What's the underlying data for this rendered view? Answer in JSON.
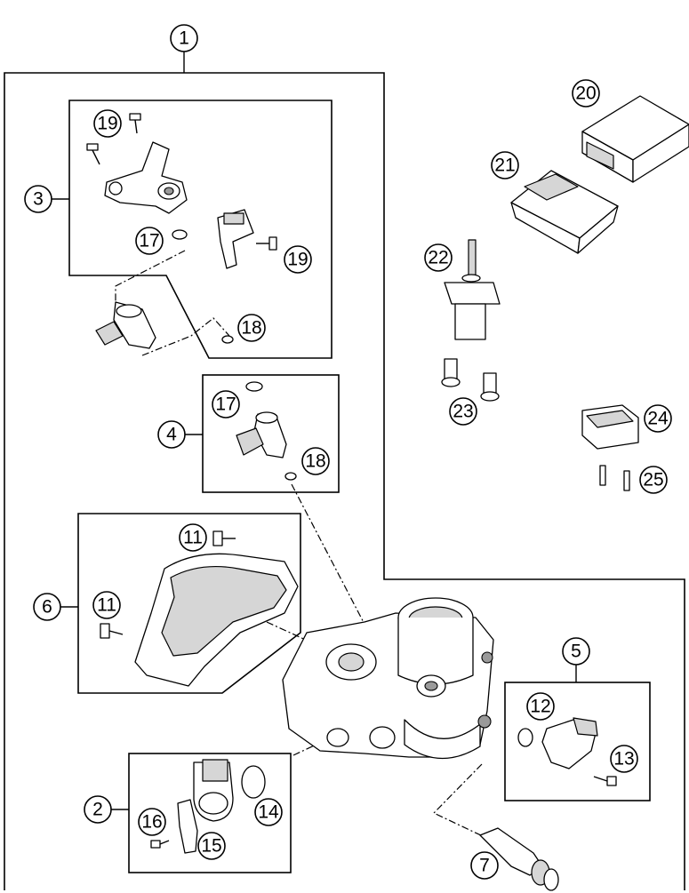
{
  "callouts": {
    "c1": "1",
    "c2": "2",
    "c3": "3",
    "c4": "4",
    "c5": "5",
    "c6": "6",
    "c7": "7",
    "c11a": "11",
    "c11b": "11",
    "c12": "12",
    "c13": "13",
    "c14": "14",
    "c15": "15",
    "c16": "16",
    "c17a": "17",
    "c17b": "17",
    "c18a": "18",
    "c18b": "18",
    "c19a": "19",
    "c19b": "19",
    "c20": "20",
    "c21": "21",
    "c22": "22",
    "c23": "23",
    "c24": "24",
    "c25": "25"
  },
  "colors": {
    "line": "#000000",
    "shade": "#d6d6d6",
    "dark": "#9a9a9a",
    "background": "#ffffff"
  }
}
